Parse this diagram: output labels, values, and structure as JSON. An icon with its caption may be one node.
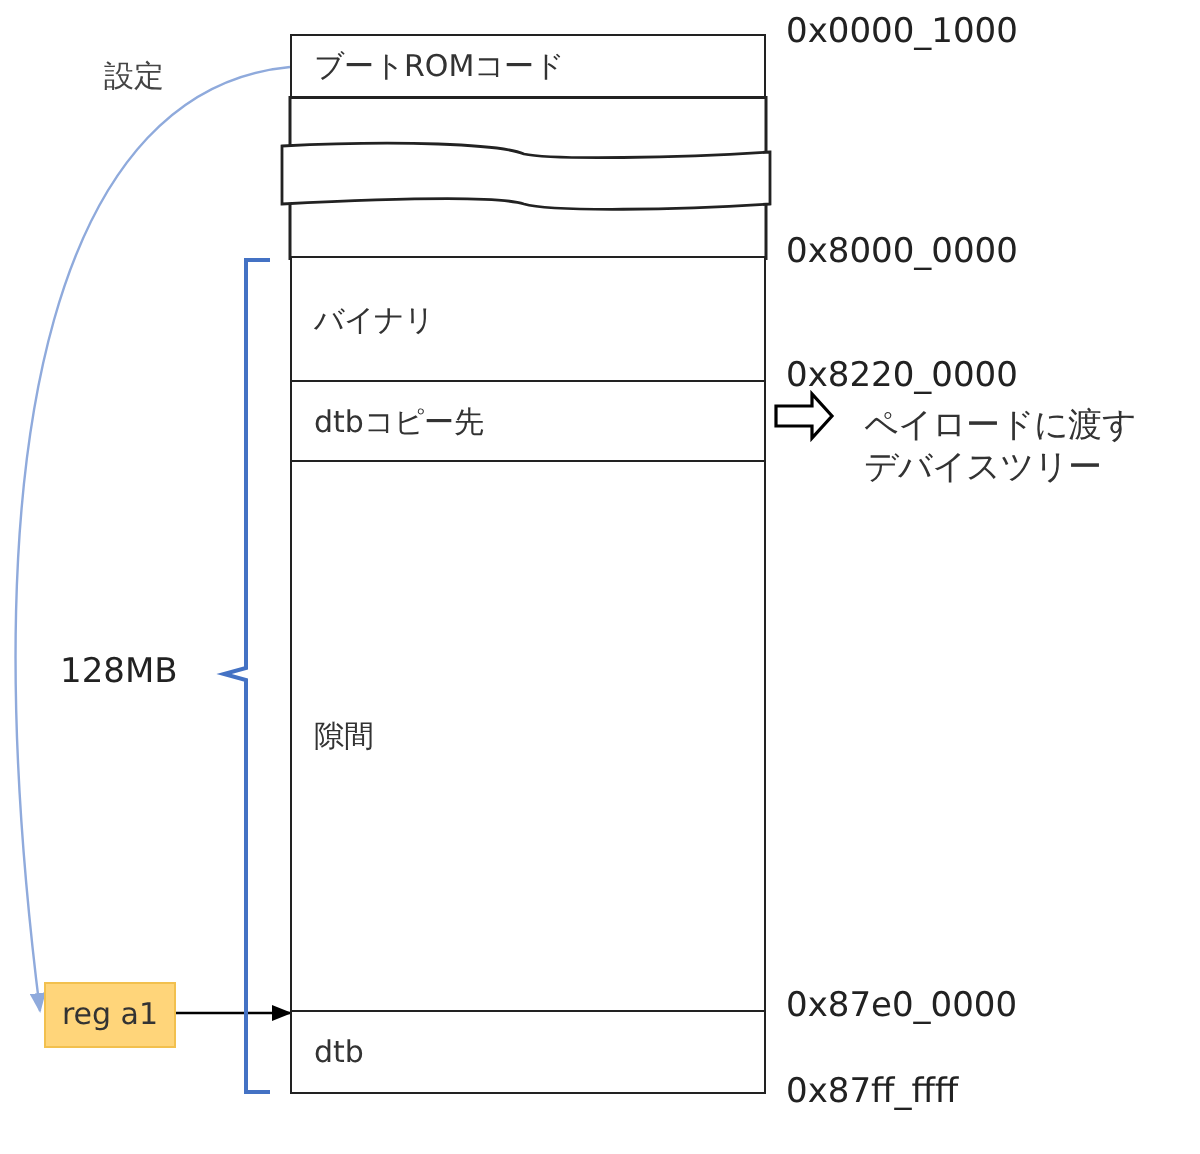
{
  "diagram": {
    "nodes": [
      {
        "text": [
          "ブートROMコード"
        ]
      },
      {
        "text": [],
        "shape": "box"
      },
      {
        "text": [
          "バイナリ"
        ]
      },
      {
        "text": [
          "dtbコピー先"
        ]
      },
      {
        "text": [
          "隙間"
        ]
      },
      {
        "text": [
          "dtb"
        ]
      },
      {
        "text": [
          "reg a1"
        ]
      },
      {
        "text": [
          "ペイロードに渡すデバイスツリー"
        ]
      }
    ],
    "edges": [
      {
        "from": 0,
        "to": 6,
        "arrow": "to",
        "label": "設定",
        "color": "#8faadc"
      },
      {
        "from": 6,
        "to": 5,
        "arrow": "to",
        "color": "#000000"
      },
      {
        "from": 3,
        "to": 7,
        "arrow": "to",
        "color": "#000000"
      }
    ],
    "labels": [
      "0x0000_1000",
      "0x8000_0000",
      "0x8220_0000",
      "128MB",
      "0x87e0_0000",
      "0x87ff_ffff"
    ]
  }
}
